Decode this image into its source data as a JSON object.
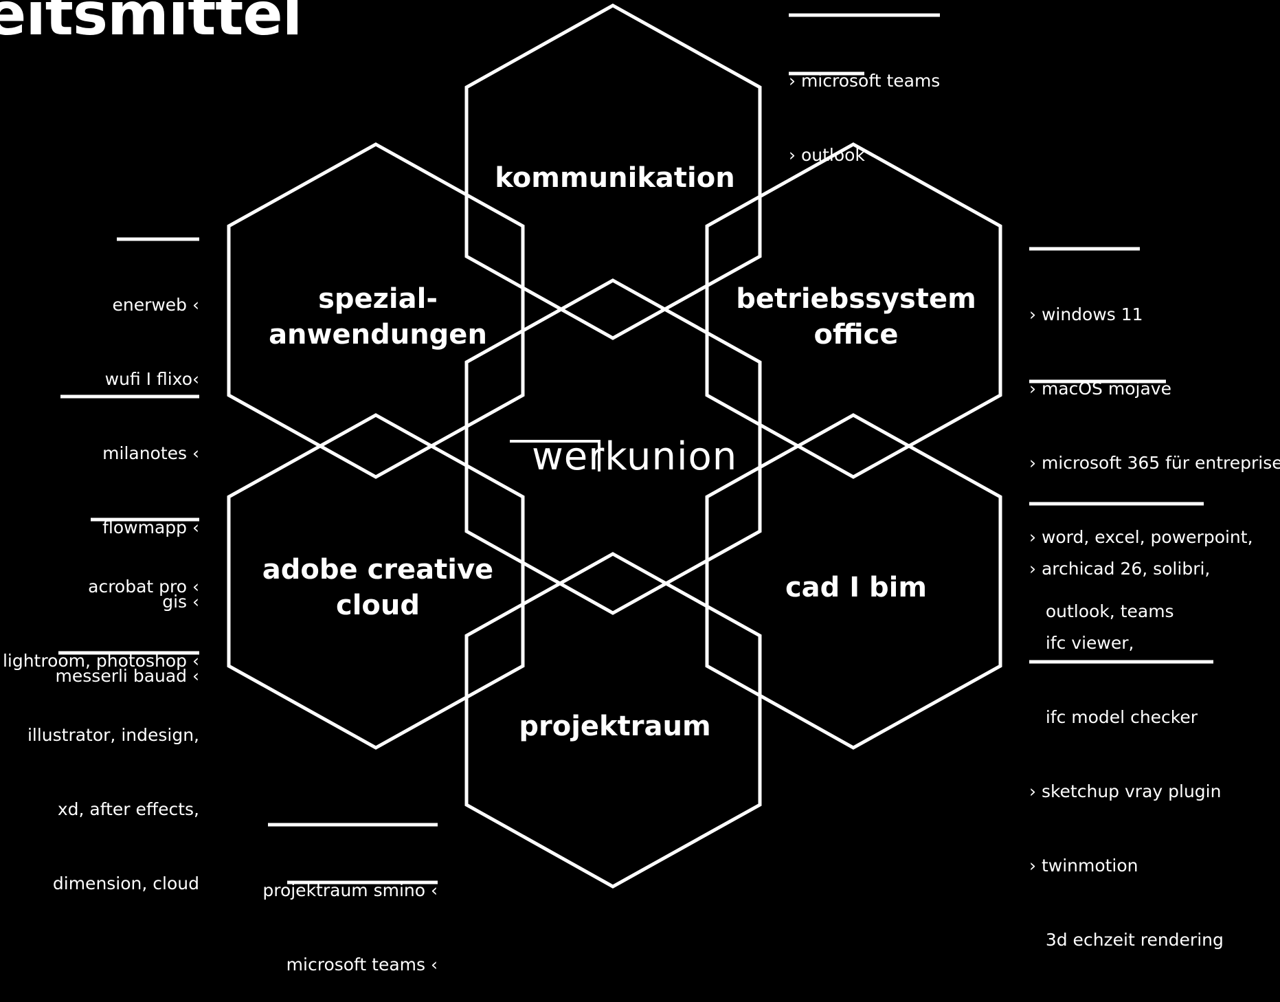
{
  "page_title": "eitsmittel",
  "logo_text": "werkunion",
  "hexagons": {
    "kommunikation": "kommunikation",
    "spezial_line1": "spezial-",
    "spezial_line2": "anwendungen",
    "betrieb_line1": "betriebssystem",
    "betrieb_line2": "office",
    "adobe_line1": "adobe creative",
    "adobe_line2": "cloud",
    "cad": "cad I bim",
    "projektraum": "projektraum"
  },
  "lists": {
    "kommunikation": [
      "› microsoft teams",
      "› outlook"
    ],
    "spezial": [
      "enerweb ‹",
      "wufi I flixo‹",
      "milanotes ‹",
      "flowmapp ‹",
      "gis ‹",
      "messerli bauad ‹"
    ],
    "betrieb": [
      "› windows 11",
      "› macOS mojave",
      "› microsoft 365 für entreprise",
      "› word, excel, powerpoint,",
      "   outlook, teams"
    ],
    "adobe": [
      "acrobat pro ‹",
      "lightroom, photoshop ‹",
      "illustrator, indesign,",
      "xd, after effects,",
      "dimension, cloud"
    ],
    "cad": [
      "› archicad 26, solibri,",
      "   ifc viewer,",
      "   ifc model checker",
      "› sketchup vray plugin",
      "› twinmotion",
      "   3d echzeit rendering"
    ],
    "projektraum": [
      "projektraum smino ‹",
      "microsoft teams ‹"
    ]
  },
  "colors": {
    "background": "#000000",
    "foreground": "#ffffff"
  }
}
